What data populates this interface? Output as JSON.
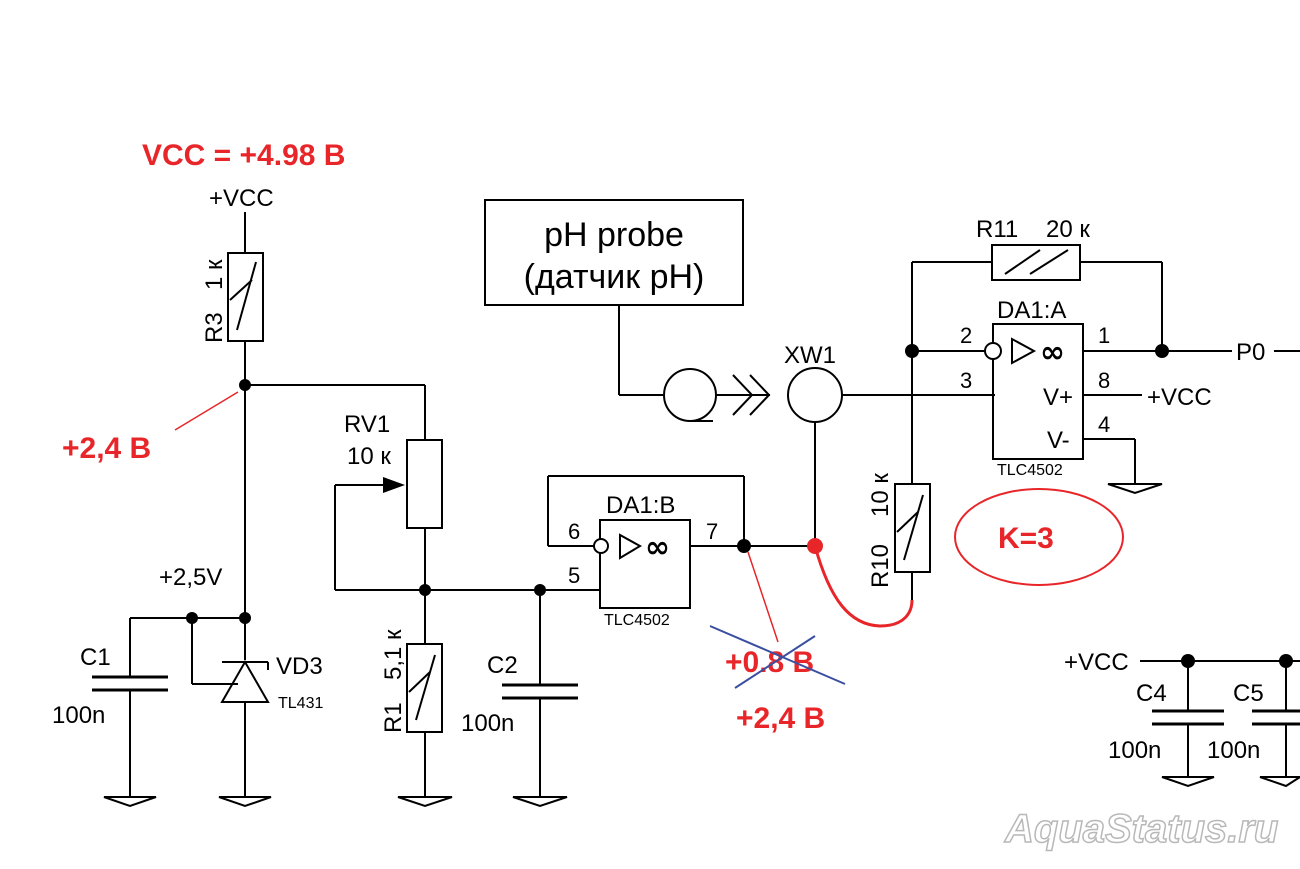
{
  "colors": {
    "wire": "#000000",
    "annotation": "#e8262a",
    "strike": "#3a4fa0",
    "watermark": "#b8b8b8"
  },
  "annotations": {
    "vcc_value": "VCC = +4.98 B",
    "node_r3": "+2,4 B",
    "old_value": "+0.8 B",
    "new_value": "+2,4 B",
    "gain": "K=3"
  },
  "labels": {
    "vcc_top": "+VCC",
    "r3_name": "R3",
    "r3_value": "1 к",
    "rv1_name": "RV1",
    "rv1_value": "10 к",
    "r1_name": "R1",
    "r1_value": "5,1 к",
    "c1_name": "C1",
    "c1_value": "100n",
    "c2_name": "C2",
    "c2_value": "100n",
    "vd3_name": "VD3",
    "vd3_part": "TL431",
    "v25": "+2,5V",
    "probe_line1": "pH probe",
    "probe_line2": "(датчик pH)",
    "xw1": "XW1",
    "da1b_name": "DA1:B",
    "da1b_part": "TLC4502",
    "da1a_name": "DA1:A",
    "da1a_part": "TLC4502",
    "r11_name": "R11",
    "r11_value": "20 к",
    "r10_name": "R10",
    "r10_value": "10 к",
    "p0": "P0",
    "vcc_opamp": "+VCC",
    "vplus": "V+",
    "vminus": "V-",
    "vcc_caps": "+VCC",
    "c4_name": "C4",
    "c4_value": "100n",
    "c5_name": "C5",
    "c5_value": "100n",
    "watermark": "AquaStatus.ru"
  },
  "pins": {
    "b6": "6",
    "b5": "5",
    "b7": "7",
    "a2": "2",
    "a3": "3",
    "a1": "1",
    "a8": "8",
    "a4": "4"
  }
}
